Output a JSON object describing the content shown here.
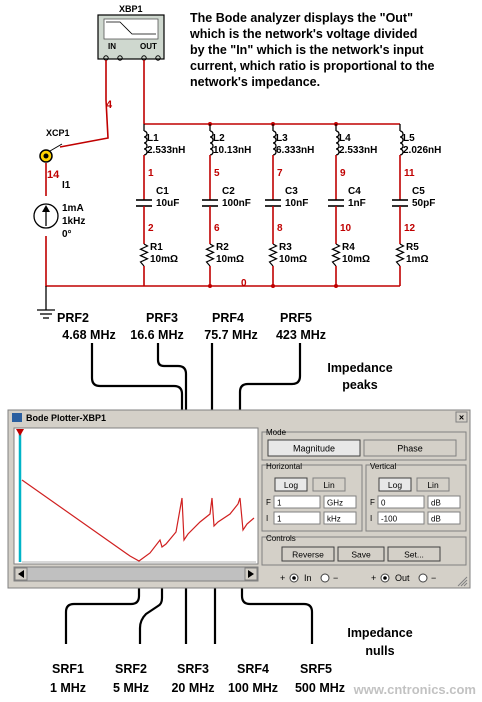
{
  "description_text": [
    "The Bode analyzer displays the \"Out\"",
    "which is the network's voltage divided",
    "by the \"In\" which is the network's input",
    "current, which ratio is proportional to the",
    "network's impedance."
  ],
  "circuit": {
    "xbp_label": "XBP1",
    "in_label": "IN",
    "out_label": "OUT",
    "xcp_label": "XCP1",
    "source_name": "I1",
    "source_values": [
      "1mA",
      "1kHz",
      "0°"
    ],
    "nodes": {
      "n4": "4",
      "n14": "14",
      "n0": "0"
    },
    "branches": [
      {
        "L": "L1",
        "Lv": "2.533nH",
        "n1": "1",
        "C": "C1",
        "Cv": "10uF",
        "n2": "2",
        "R": "R1",
        "Rv": "10mΩ"
      },
      {
        "L": "L2",
        "Lv": "10.13nH",
        "n1": "5",
        "C": "C2",
        "Cv": "100nF",
        "n2": "6",
        "R": "R2",
        "Rv": "10mΩ"
      },
      {
        "L": "L3",
        "Lv": "6.333nH",
        "n1": "7",
        "C": "C3",
        "Cv": "10nF",
        "n2": "8",
        "R": "R3",
        "Rv": "10mΩ"
      },
      {
        "L": "L4",
        "Lv": "2.533nH",
        "n1": "9",
        "C": "C4",
        "Cv": "1nF",
        "n2": "10",
        "R": "R4",
        "Rv": "10mΩ"
      },
      {
        "L": "L5",
        "Lv": "2.026nH",
        "n1": "11",
        "C": "C5",
        "Cv": "50pF",
        "n2": "12",
        "R": "R5",
        "Rv": "1mΩ"
      }
    ]
  },
  "prf_labels": [
    {
      "name": "PRF2",
      "value": "4.68 MHz"
    },
    {
      "name": "PRF3",
      "value": "16.6 MHz"
    },
    {
      "name": "PRF4",
      "value": "75.7 MHz"
    },
    {
      "name": "PRF5",
      "value": "423 MHz"
    }
  ],
  "peaks_label": [
    "Impedance",
    "peaks"
  ],
  "nulls_label": [
    "Impedance",
    "nulls"
  ],
  "srf_labels": [
    {
      "name": "SRF1",
      "value": "1 MHz"
    },
    {
      "name": "SRF2",
      "value": "5 MHz"
    },
    {
      "name": "SRF3",
      "value": "20 MHz"
    },
    {
      "name": "SRF4",
      "value": "100 MHz"
    },
    {
      "name": "SRF5",
      "value": "500 MHz"
    }
  ],
  "bode": {
    "title": "Bode Plotter-XBP1",
    "close_glyph": "×",
    "mode_label": "Mode",
    "magnitude_label": "Magnitude",
    "phase_label": "Phase",
    "horizontal_label": "Horizontal",
    "vertical_label": "Vertical",
    "log_label": "Log",
    "lin_label": "Lin",
    "f_label": "F",
    "i_label": "I",
    "h_f_value": "1",
    "h_f_unit": "GHz",
    "h_i_value": "1",
    "h_i_unit": "kHz",
    "v_f_value": "0",
    "v_f_unit": "dB",
    "v_i_value": "-100",
    "v_i_unit": "dB",
    "controls_label": "Controls",
    "reverse_label": "Reverse",
    "save_label": "Save",
    "set_label": "Set...",
    "plus": "+",
    "minus": "−",
    "in_label": "In",
    "out_label": "Out"
  },
  "watermark": "www.cntronics.com",
  "colors": {
    "wire": "#c00000",
    "window_face": "#d4d0c8",
    "title_bar": "#0a246a",
    "cursor": "#00b4c8"
  }
}
